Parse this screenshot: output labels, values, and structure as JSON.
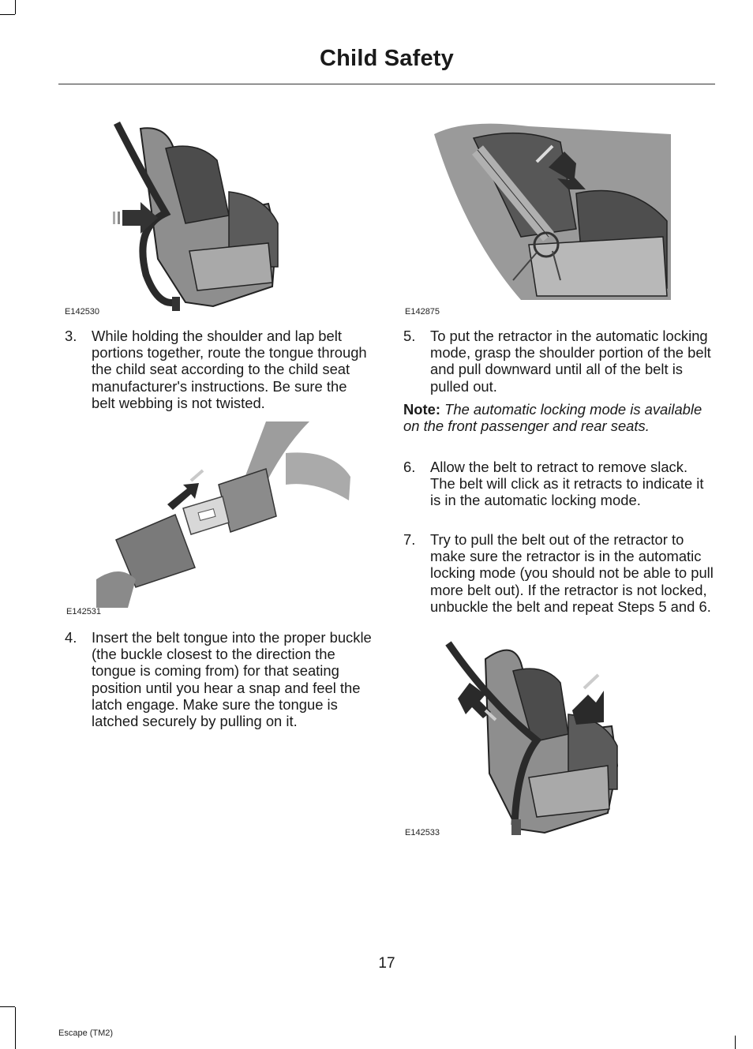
{
  "header": {
    "title": "Child Safety"
  },
  "figures": {
    "fig1": "E142530",
    "fig2": "E142875",
    "fig3": "E142531",
    "fig4": "E142533"
  },
  "steps": [
    {
      "num": "3.",
      "text": "While holding the shoulder and lap belt portions together, route the tongue through the child seat according to the child seat manufacturer's instructions. Be sure the belt webbing is not twisted."
    },
    {
      "num": "4.",
      "text": "Insert the belt tongue into the proper buckle (the buckle closest to the direction the tongue is coming from) for that seating position until you hear a snap and feel the latch engage. Make sure the tongue is latched securely by pulling on it."
    },
    {
      "num": "5.",
      "text": "To put the retractor in the automatic locking mode, grasp the shoulder portion of the belt and pull downward until all of the belt is pulled out."
    },
    {
      "num": "6.",
      "text": "Allow the belt to retract to remove slack. The belt will click as it retracts to indicate it is in the automatic locking mode."
    },
    {
      "num": "7.",
      "text": "Try to pull the belt out of the retractor to make sure the retractor is in the automatic locking mode (you should not be able to pull more belt out). If the retractor is not locked, unbuckle the belt and repeat Steps 5 and 6."
    }
  ],
  "note": {
    "label": "Note:",
    "text": "The automatic locking mode is available on the front passenger and rear seats."
  },
  "footer": {
    "page_number": "17",
    "vehicle": "Escape (TM2)"
  }
}
